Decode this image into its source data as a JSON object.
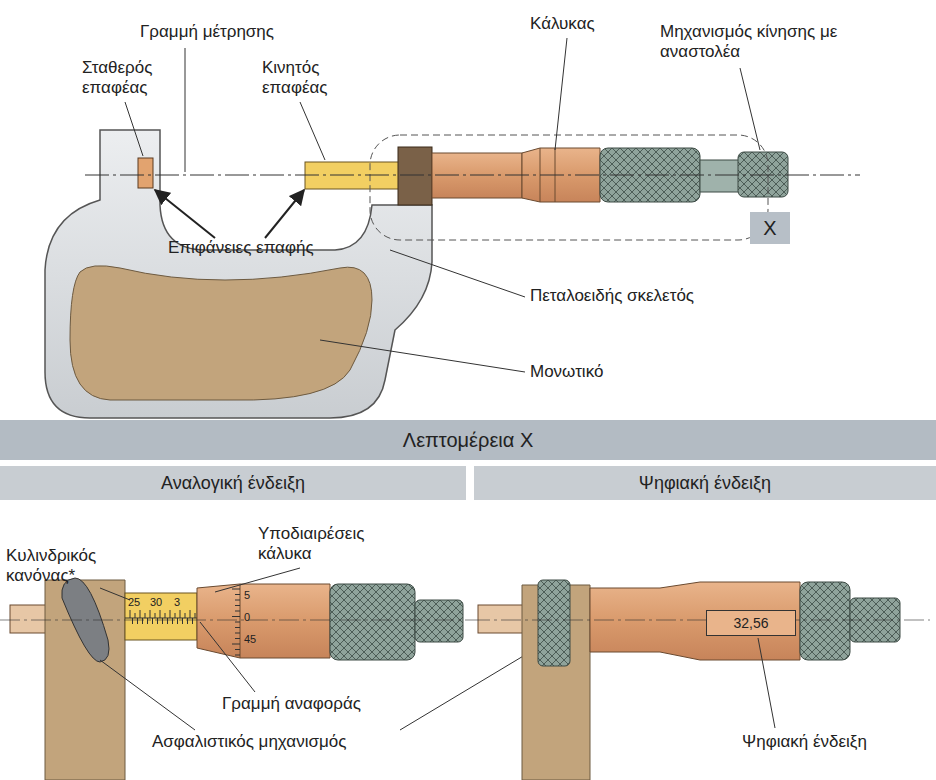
{
  "diagram": {
    "nodes": [
      {
        "text": [
          "X"
        ]
      },
      {
        "text": [
          "Λεπτομέρεια X"
        ]
      },
      {
        "text": [
          "Αναλογική ένδειξη"
        ]
      },
      {
        "text": [
          "Ψηφιακή ένδειξη"
        ]
      },
      {
        "text": [
          "32,56"
        ]
      }
    ],
    "labels": [
      "Γραμμή μέτρησης",
      "Σταθερός επαφέας",
      "Κινητός επαφέας",
      "Κάλυκας",
      "Μηχανισμός κίνησης με αναστολέα",
      "Επιφάνειες επαφής",
      "Πεταλοειδής σκελετός",
      "Μονωτικό",
      "Κυλινδρικός κανόνας*",
      "Υποδιαιρέσεις κάλυκα",
      "25",
      "30",
      "3",
      "5",
      "0",
      "45",
      "Γραμμή αναφοράς",
      "Ασφαλιστικός μηχανισμός",
      "Ψηφιακή ένδειξη"
    ]
  }
}
